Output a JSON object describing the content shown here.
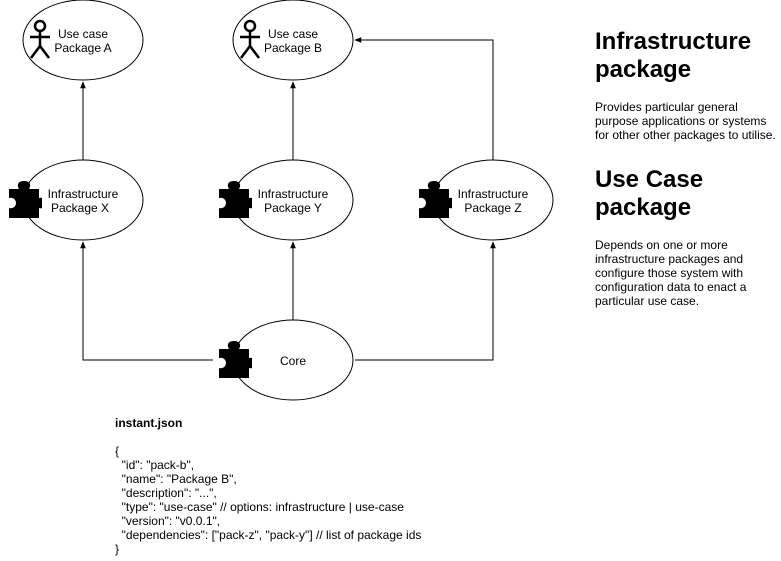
{
  "nodes": {
    "pkg_a": {
      "line1": "Use case",
      "line2": "Package A",
      "icon": "actor-icon"
    },
    "pkg_b": {
      "line1": "Use case",
      "line2": "Package B",
      "icon": "actor-icon"
    },
    "pkg_x": {
      "line1": "Infrastructure",
      "line2": "Package X",
      "icon": "puzzle-icon"
    },
    "pkg_y": {
      "line1": "Infrastructure",
      "line2": "Package Y",
      "icon": "puzzle-icon"
    },
    "pkg_z": {
      "line1": "Infrastructure",
      "line2": "Package Z",
      "icon": "puzzle-icon"
    },
    "core": {
      "label": "Core",
      "icon": "puzzle-icon"
    }
  },
  "edges": [
    {
      "from": "Core",
      "to": "Package X"
    },
    {
      "from": "Core",
      "to": "Package Y"
    },
    {
      "from": "Core",
      "to": "Package Z"
    },
    {
      "from": "Package X",
      "to": "Package A"
    },
    {
      "from": "Package Y",
      "to": "Package B"
    },
    {
      "from": "Package Z",
      "to": "Package B"
    }
  ],
  "legend": {
    "infra_title": "Infrastructure package",
    "infra_desc": "Provides particular general purpose applications or systems for other other packages to utilise.",
    "usecase_title": "Use Case package",
    "usecase_desc": "Depends on one or more infrastructure packages and configure those system with configuration data to enact a particular use case."
  },
  "json_example": {
    "title": "instant.json",
    "lines": [
      "{",
      "  \"id\": \"pack-b\",",
      "  \"name\": \"Package B\",",
      "  \"description\": \"...\",",
      "  \"type\": \"use-case\" // options: infrastructure | use-case",
      "  \"version\": \"v0.0.1\",",
      "  \"dependencies\": [\"pack-z\", \"pack-y\"] // list of package ids",
      "}"
    ]
  },
  "colors": {
    "stroke": "#000000",
    "fill": "#ffffff"
  }
}
